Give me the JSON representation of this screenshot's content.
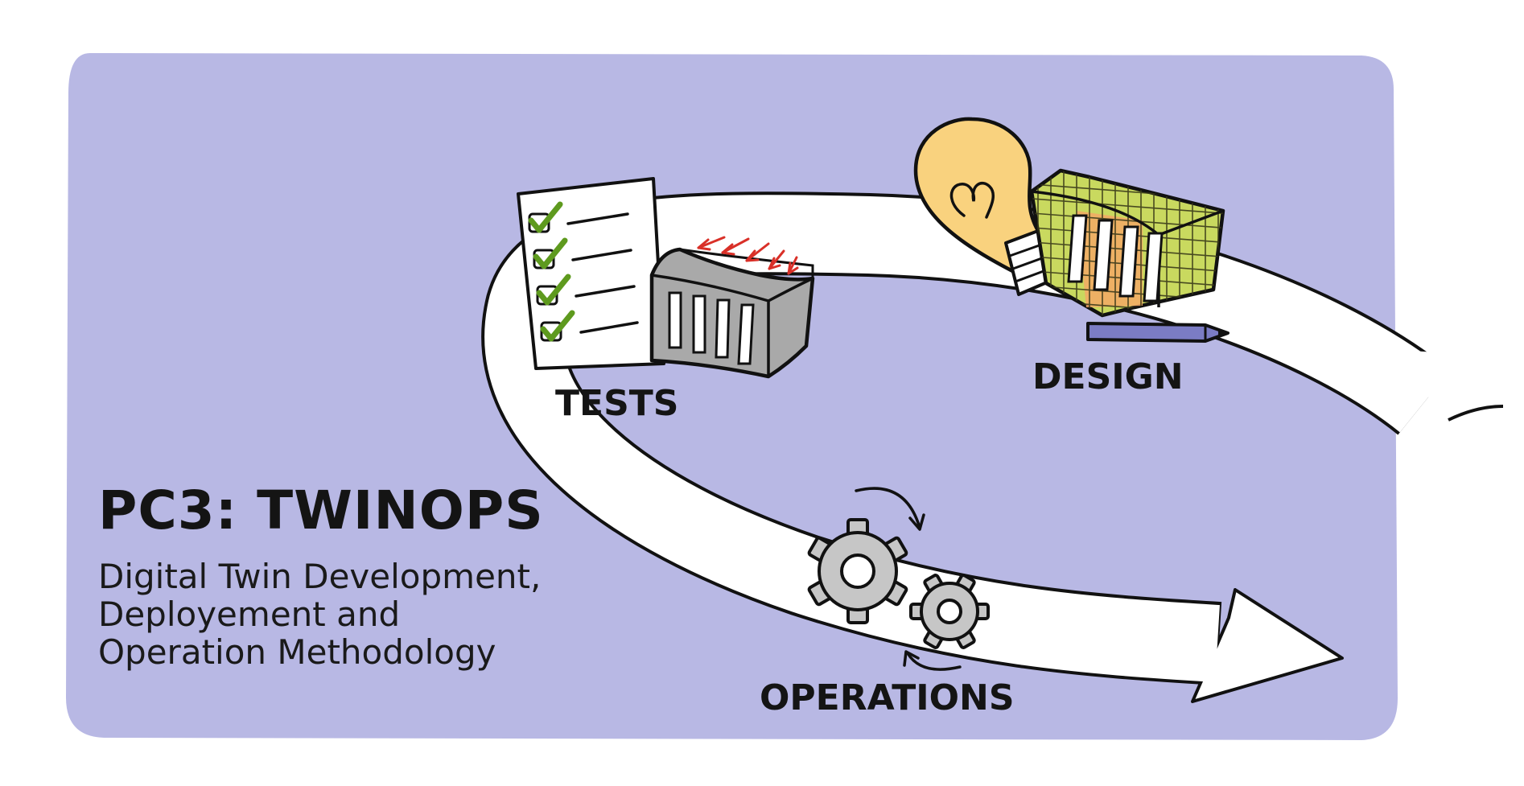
{
  "title": "PC3: TWINOPS",
  "subtitle_lines": [
    "Digital Twin Development,",
    "Deployement and",
    "Operation Methodology"
  ],
  "phases": {
    "tests": "TESTS",
    "design": "DESIGN",
    "operations": "OPERATIONS"
  },
  "colors": {
    "panel": "#b8b8e4",
    "ribbon": "#ffffff",
    "outline": "#111111",
    "bulb": "#f9d27e",
    "building_design": "#c9d95f",
    "building_tests": "#a8a8a8",
    "gears": "#c6c6c6",
    "checkmarks": "#5e9a1e",
    "stress_arrows": "#d93028",
    "pencil": "#7b7cc4"
  },
  "icons": {
    "tests": [
      "checklist-icon",
      "stressed-building-icon"
    ],
    "design": [
      "light-bulb-icon",
      "building-sketch-icon",
      "pencil-icon"
    ],
    "operations": [
      "gears-icon",
      "rotation-arrow-icon"
    ]
  }
}
